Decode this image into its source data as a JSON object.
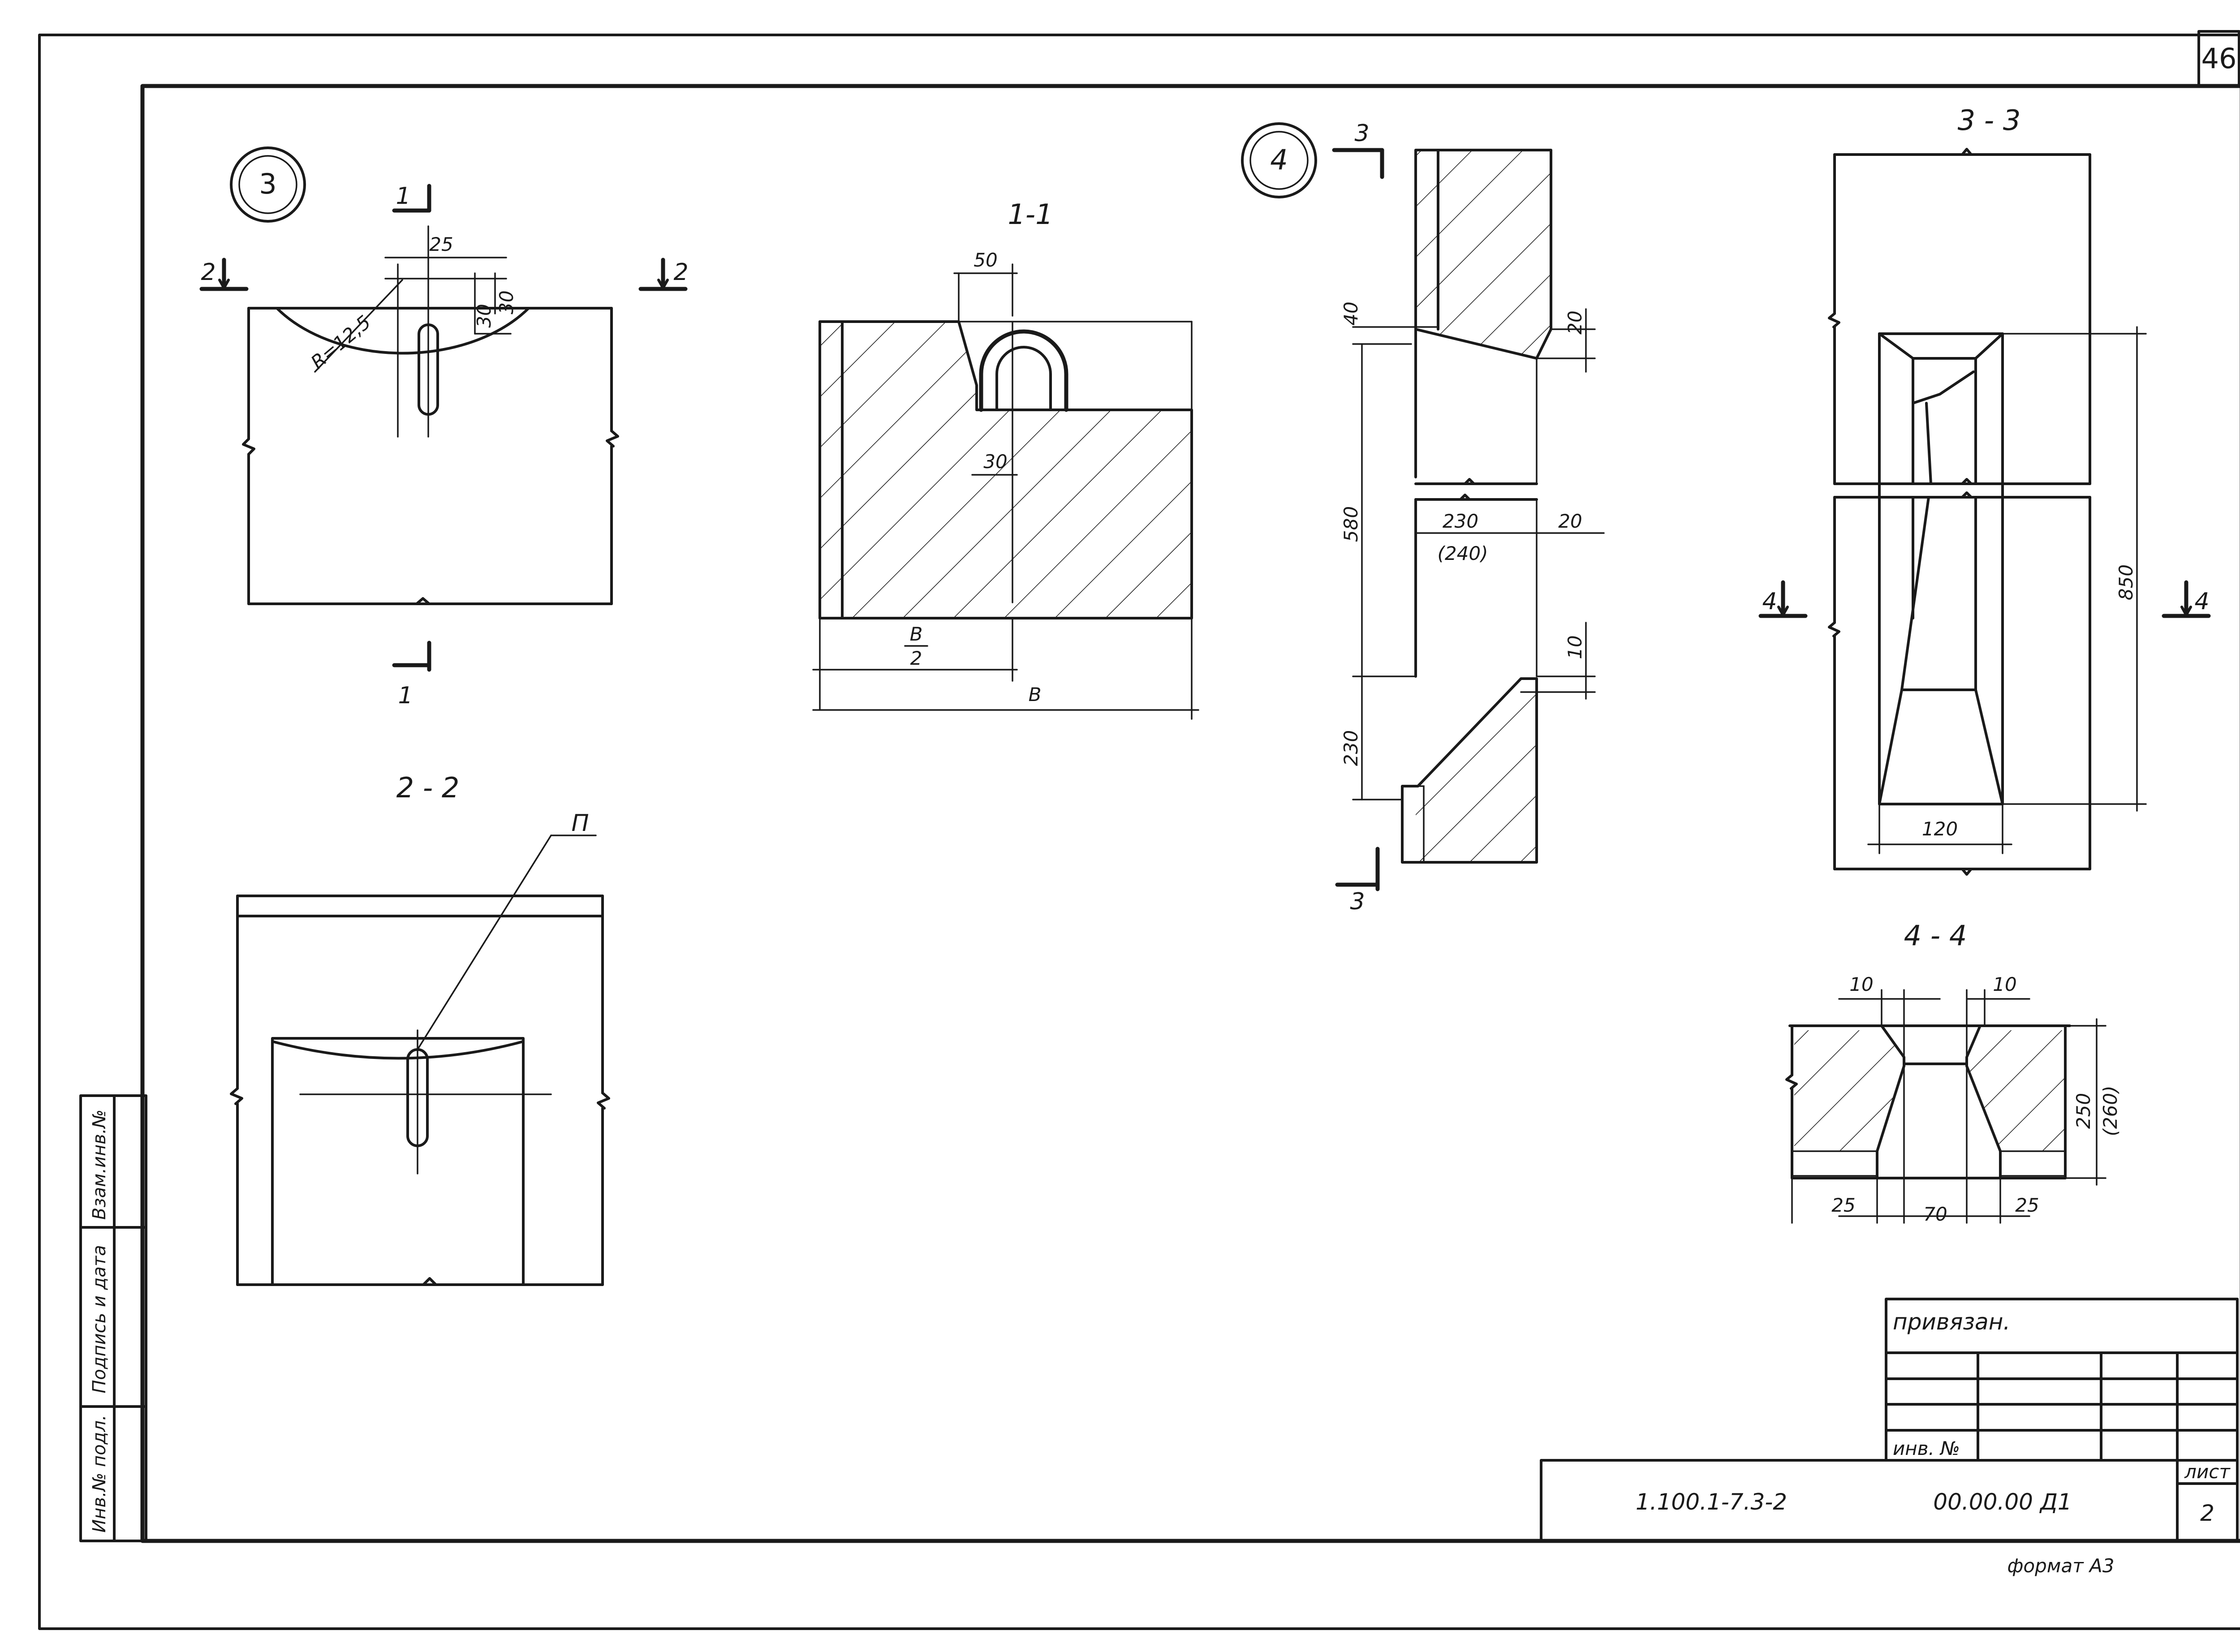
{
  "sheet_number": "46",
  "views": {
    "node3": "3",
    "node4": "4",
    "section_1_1": "1-1",
    "section_2_2": "2 - 2",
    "section_3_3": "3 - 3",
    "section_4_4": "4 - 4"
  },
  "marks": {
    "m1": "1",
    "m2": "2",
    "m3": "3",
    "m4": "4",
    "p": "П",
    "b_half_num": "В",
    "b_half_den": "2",
    "b": "В"
  },
  "dimensions": {
    "d25": "25",
    "d30a": "30",
    "d30b": "30",
    "radius": "R=12,5",
    "d50": "50",
    "d30c": "30",
    "d40": "40",
    "d20a": "20",
    "d580": "580",
    "d230a": "230",
    "d240": "(240)",
    "d20b": "20",
    "d10a": "10",
    "d230b": "230",
    "d850": "850",
    "d120": "120",
    "d10b": "10",
    "d10c": "10",
    "d250": "250",
    "d260": "(260)",
    "d25b": "25",
    "d70": "70",
    "d25c": "25"
  },
  "title_block": {
    "privyazan": "привязан.",
    "inv_no": "инв. №",
    "code": "1.100.1-7.3-2",
    "doc": "00.00.00 Д1",
    "list_label": "лист",
    "list_no": "2",
    "format": "формат А3"
  },
  "side_stamp": {
    "vzam": "Взам.инв.№",
    "podpis": "Подпись и дата",
    "inv_podl": "Инв.№ подл."
  }
}
